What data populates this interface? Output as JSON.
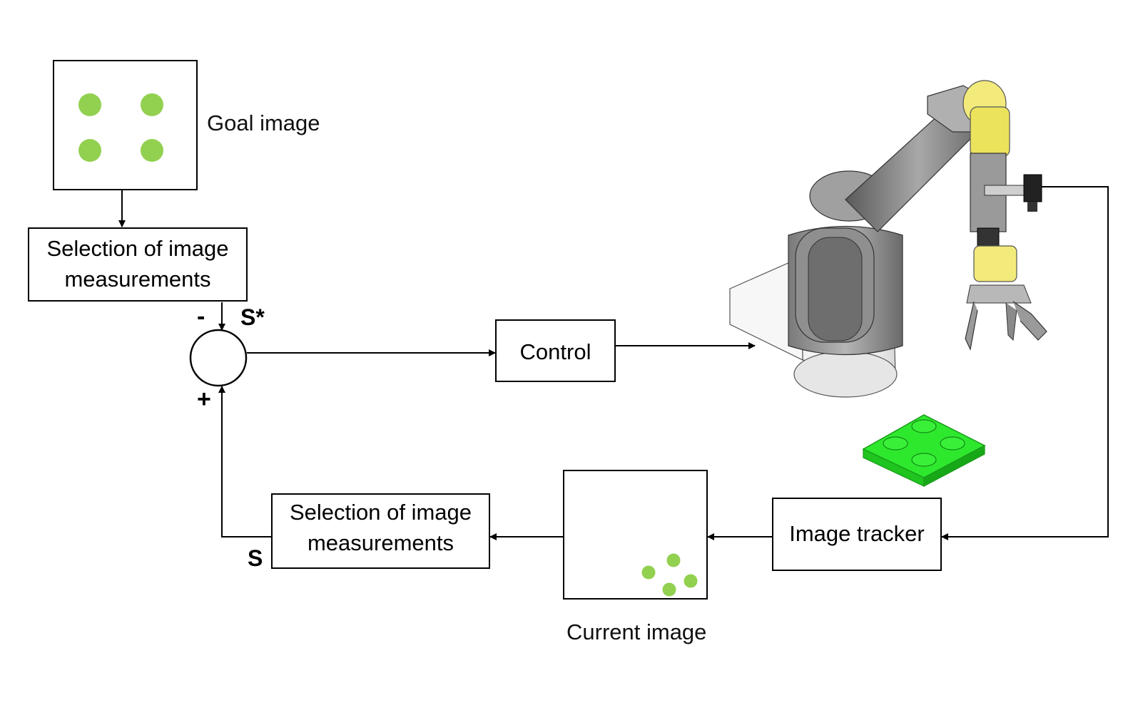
{
  "goal": {
    "label": "Goal image"
  },
  "selection_top": {
    "line1": "Selection of image",
    "line2": "measurements"
  },
  "signals": {
    "minus": "-",
    "plus": "+",
    "s_star": "S*",
    "s": "S"
  },
  "control": {
    "label": "Control"
  },
  "image_tracker": {
    "label": "Image tracker"
  },
  "current": {
    "label": "Current image"
  },
  "selection_bottom": {
    "line1": "Selection of image",
    "line2": "measurements"
  },
  "colors": {
    "feature_dot": "#92d050",
    "lego": "#2ee82e",
    "gripper_yellow": "#f2ea7a",
    "arm_gray": "#8c8c8c"
  }
}
